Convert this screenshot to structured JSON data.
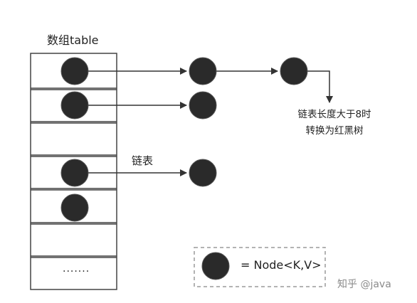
{
  "array_title": "数组table",
  "link_label": "链表",
  "treeify_note": {
    "line1": "链表长度大于8时",
    "line2": "转换为红黑树"
  },
  "ellipsis": ".......",
  "legend": {
    "label": "= Node<K,V>"
  },
  "watermark": "知乎 @java",
  "colors": {
    "node": "#2a2a2a",
    "line": "#333333",
    "legend_border": "#9a9a9a"
  },
  "icons": {
    "node": "filled-circle",
    "arrow": "arrowhead"
  }
}
